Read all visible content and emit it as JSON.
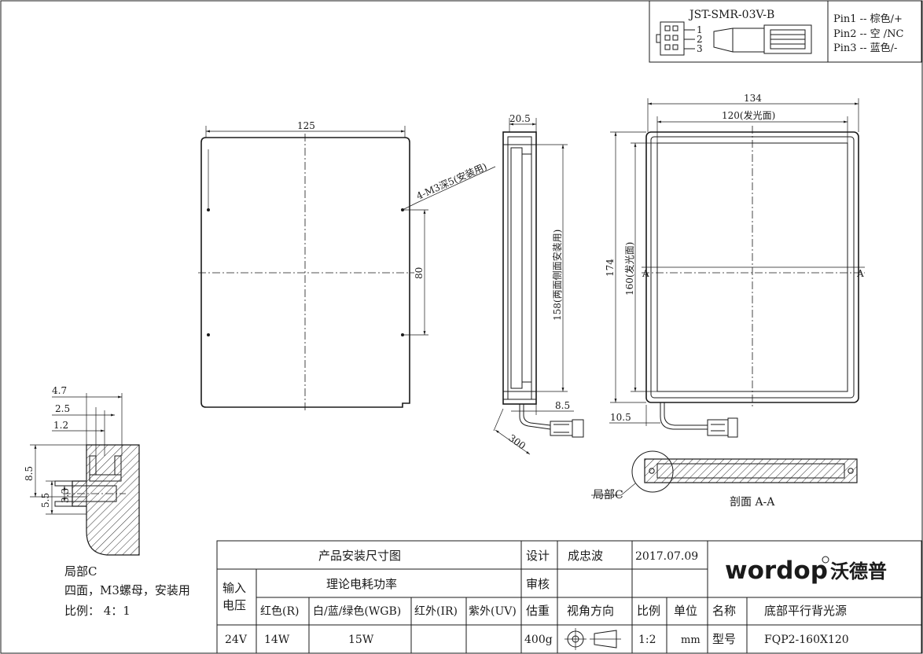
{
  "connector": {
    "model": "JST-SMR-03V-B",
    "pin_nums": [
      "1",
      "2",
      "3"
    ],
    "pins": [
      "Pin1 -- 棕色/+",
      "Pin2 -- 空 /NC",
      "Pin3 -- 蓝色/-"
    ]
  },
  "front_view": {
    "width": "125",
    "hole_spacing": "80",
    "hole_note": "4-M3深5(安装用)"
  },
  "side_view": {
    "depth": "20.5",
    "side_mount": "158(两面侧面安装用)",
    "offset": "8.5",
    "cable": "300"
  },
  "emit_view": {
    "outer_width": "134",
    "emit_width": "120(发光面)",
    "outer_height": "174",
    "emit_height": "160(发光面)",
    "cable_offset": "10.5",
    "section_mark": "A"
  },
  "section": {
    "title": "剖面 A-A",
    "detail_ref": "局部C"
  },
  "detail": {
    "dims": [
      "4.7",
      "2.5",
      "1.2",
      "8.5",
      "5.5",
      "3.3"
    ],
    "title": "局部C",
    "note": "四面，M3螺母，安装用",
    "scale": "比例：  4：1"
  },
  "title_block": {
    "drawing_title": "产品安装尺寸图",
    "design_label": "设计",
    "designer": "成忠波",
    "date": "2017.07.09",
    "input_label_1": "输入",
    "input_label_2": "电压",
    "power_label": "理论电耗功率",
    "review_label": "审核",
    "red_label": "红色(R)",
    "wgb_label": "白/蓝/绿色(WGB)",
    "ir_label": "红外(IR)",
    "uv_label": "紫外(UV)",
    "weight_label": "估重",
    "view_dir_label": "视角方向",
    "scale_label": "比例",
    "unit_label": "单位",
    "name_label": "名称",
    "name_value": "底部平行背光源",
    "voltage": "24V",
    "red_power": "14W",
    "wgb_power": "15W",
    "weight": "400g",
    "scale": "1:2",
    "unit": "mm",
    "model_label": "型号",
    "model_value": "FQP2-160X120",
    "brand": "wordop",
    "brand_cn": "沃德普"
  }
}
